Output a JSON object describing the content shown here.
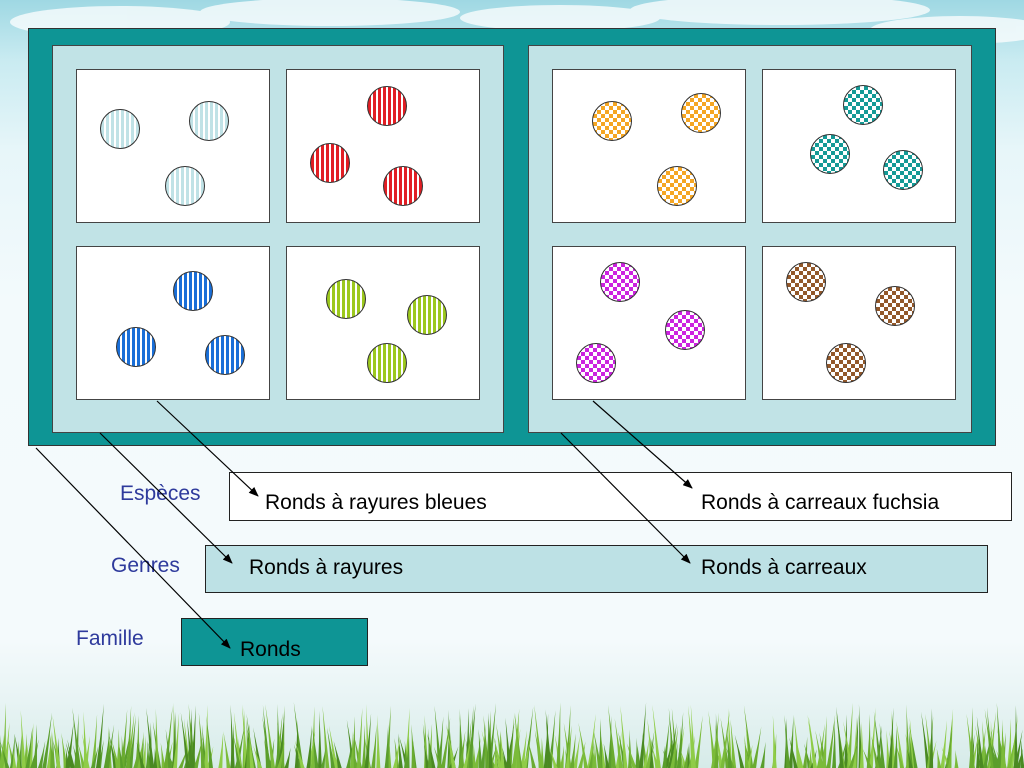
{
  "labels": {
    "especes": "Espèces",
    "genres": "Genres",
    "famille": "Famille"
  },
  "boxes": {
    "especes": {
      "left": "Ronds à rayures bleues",
      "right": "Ronds à carreaux fuchsia"
    },
    "genres": {
      "left": "Ronds à rayures",
      "right": "Ronds à carreaux"
    },
    "famille": {
      "text": "Ronds"
    }
  },
  "colors": {
    "frame": "#0e9595",
    "panel": "#c1e3e6",
    "label_text": "#2e3a9c",
    "especes_box": "#ffffff",
    "genres_box": "#bde1e5",
    "famille_box": "#0e9595"
  },
  "groups": [
    {
      "pattern": "stripes",
      "color": "#c0e2e6"
    },
    {
      "pattern": "stripes",
      "color": "#e21e24"
    },
    {
      "pattern": "stripes",
      "color": "#1a6fd8"
    },
    {
      "pattern": "stripes",
      "color": "#9cc81e"
    },
    {
      "pattern": "checks",
      "color": "#f5a623"
    },
    {
      "pattern": "checks",
      "color": "#149a96"
    },
    {
      "pattern": "checks",
      "color": "#cc22e0"
    },
    {
      "pattern": "checks",
      "color": "#93582a"
    }
  ]
}
